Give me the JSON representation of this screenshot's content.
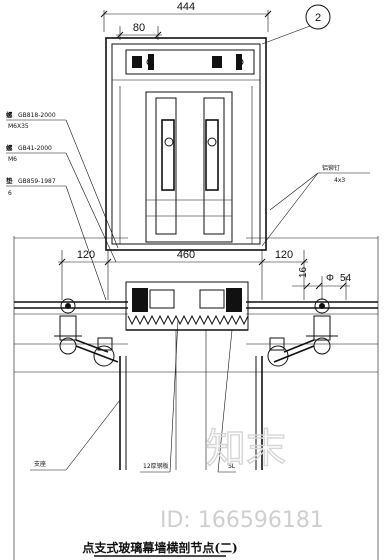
{
  "dimensions": {
    "top_width": "444",
    "left_offset": "80",
    "left_panel": "120",
    "center_span": "460",
    "right_panel": "120",
    "small_16": "16",
    "small_54": "54"
  },
  "section_marker": "2",
  "left_notes": [
    {
      "label": "GB818-2000",
      "value": "M6X35"
    },
    {
      "label": "GB41-2000",
      "value": "M6"
    },
    {
      "label": "GB859-1987",
      "value": "6"
    }
  ],
  "left_note_prefixes": [
    "螺",
    "螺",
    "垫"
  ],
  "right_note": {
    "label": "铝铆钉",
    "value": "4x3"
  },
  "bottom_labels": {
    "left": "支座",
    "middle": "12厚钢板",
    "right": "SL"
  },
  "title": "点支式玻璃幕墙横剖节点(二)",
  "watermark": {
    "brand": "知末",
    "id": "ID: 166596181"
  }
}
